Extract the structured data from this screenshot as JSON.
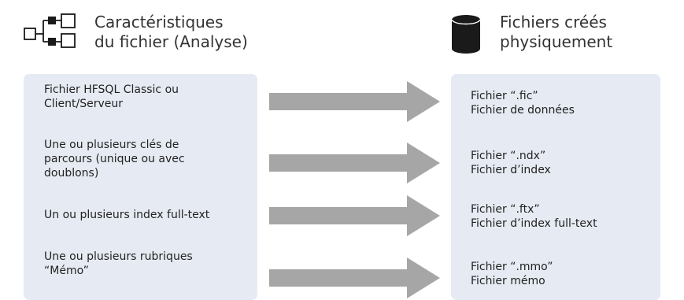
{
  "analysis_header": {
    "icon": "analysis-tree-icon",
    "title_lines": [
      "Caractéristiques",
      "du fichier (Analyse)"
    ]
  },
  "physical_header": {
    "icon": "database-cylinder-icon",
    "title_lines": [
      "Fichiers créés",
      "physiquement"
    ]
  },
  "analysis_items": [
    {
      "lines": [
        "Fichier HFSQL Classic ou",
        "Client/Serveur"
      ]
    },
    {
      "lines": [
        "Une ou plusieurs clés de",
        "parcours (unique ou avec",
        "doublons)"
      ]
    },
    {
      "lines": [
        "Un ou plusieurs index full-text"
      ]
    },
    {
      "lines": [
        "Une ou plusieurs rubriques",
        "“Mémo”"
      ]
    }
  ],
  "physical_files": [
    {
      "lines": [
        "Fichier “.fic”",
        "Fichier de données"
      ]
    },
    {
      "lines": [
        "Fichier “.ndx”",
        "Fichier d’index"
      ]
    },
    {
      "lines": [
        "Fichier “.ftx”",
        "Fichier d’index full-text"
      ]
    },
    {
      "lines": [
        "Fichier “.mmo”",
        "Fichier mémo"
      ]
    }
  ],
  "colors": {
    "panel_background": "#e6ebf3",
    "arrow_fill": "#a6a6a6",
    "icon_color": "#1a1a1a"
  }
}
